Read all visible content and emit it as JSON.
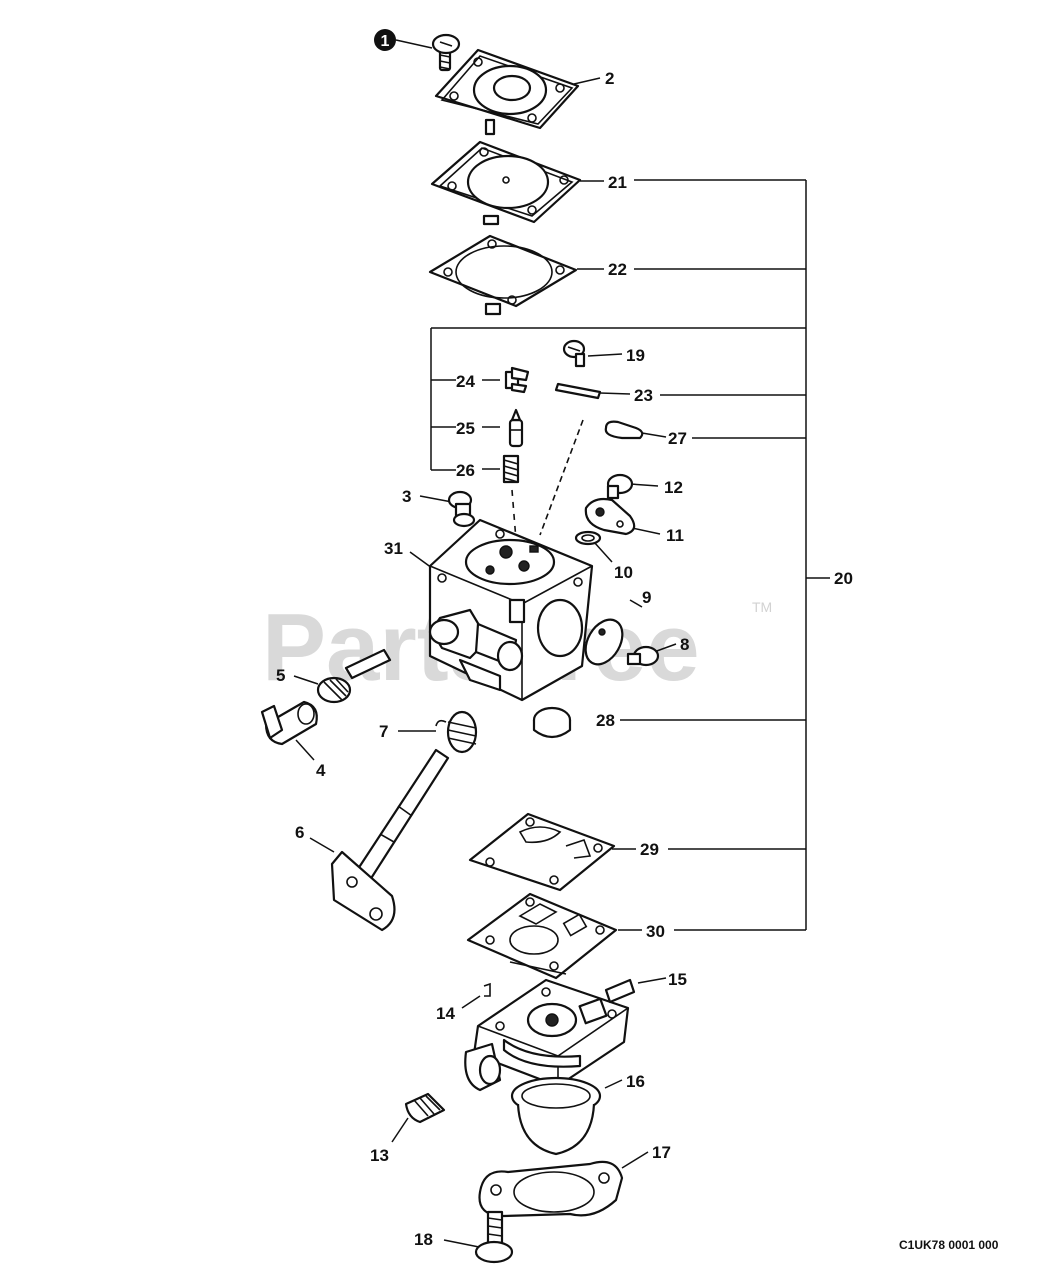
{
  "watermark": {
    "text": "PartsTree",
    "trademark": "TM"
  },
  "diagram_code": "C1UK78 0001 000",
  "callouts": {
    "c1": "1",
    "c2": "2",
    "c3": "3",
    "c4": "4",
    "c5": "5",
    "c6": "6",
    "c7": "7",
    "c8": "8",
    "c9": "9",
    "c10": "10",
    "c11": "11",
    "c12": "12",
    "c13": "13",
    "c14": "14",
    "c15": "15",
    "c16": "16",
    "c17": "17",
    "c18": "18",
    "c19": "19",
    "c20": "20",
    "c21": "21",
    "c22": "22",
    "c23": "23",
    "c24": "24",
    "c25": "25",
    "c26": "26",
    "c27": "27",
    "c28": "28",
    "c29": "29",
    "c30": "30",
    "c31": "31"
  }
}
